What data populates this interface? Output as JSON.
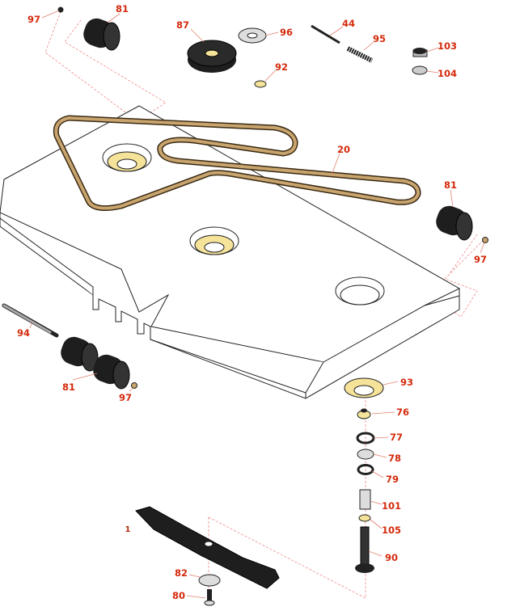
{
  "diagram": {
    "title": "Mower deck parts breakdown",
    "colors": {
      "callout": "#d42a0c",
      "belt": "#8b6a3e",
      "flange": "#f5e39a",
      "part_dark": "#1a1a1a"
    },
    "callouts": [
      {
        "id": "c97a",
        "label": "97"
      },
      {
        "id": "c81a",
        "label": "81"
      },
      {
        "id": "c87",
        "label": "87"
      },
      {
        "id": "c96",
        "label": "96"
      },
      {
        "id": "c44",
        "label": "44"
      },
      {
        "id": "c95",
        "label": "95"
      },
      {
        "id": "c103",
        "label": "103"
      },
      {
        "id": "c104",
        "label": "104"
      },
      {
        "id": "c92",
        "label": "92"
      },
      {
        "id": "c20",
        "label": "20"
      },
      {
        "id": "c81b",
        "label": "81"
      },
      {
        "id": "c97b",
        "label": "97"
      },
      {
        "id": "c94",
        "label": "94"
      },
      {
        "id": "c81c",
        "label": "81"
      },
      {
        "id": "c97c",
        "label": "97"
      },
      {
        "id": "c93",
        "label": "93"
      },
      {
        "id": "c76",
        "label": "76"
      },
      {
        "id": "c77",
        "label": "77"
      },
      {
        "id": "c78",
        "label": "78"
      },
      {
        "id": "c79",
        "label": "79"
      },
      {
        "id": "c101",
        "label": "101"
      },
      {
        "id": "c105",
        "label": "105"
      },
      {
        "id": "c90",
        "label": "90"
      },
      {
        "id": "c1",
        "label": "1"
      },
      {
        "id": "c82",
        "label": "82"
      },
      {
        "id": "c80",
        "label": "80"
      }
    ]
  }
}
